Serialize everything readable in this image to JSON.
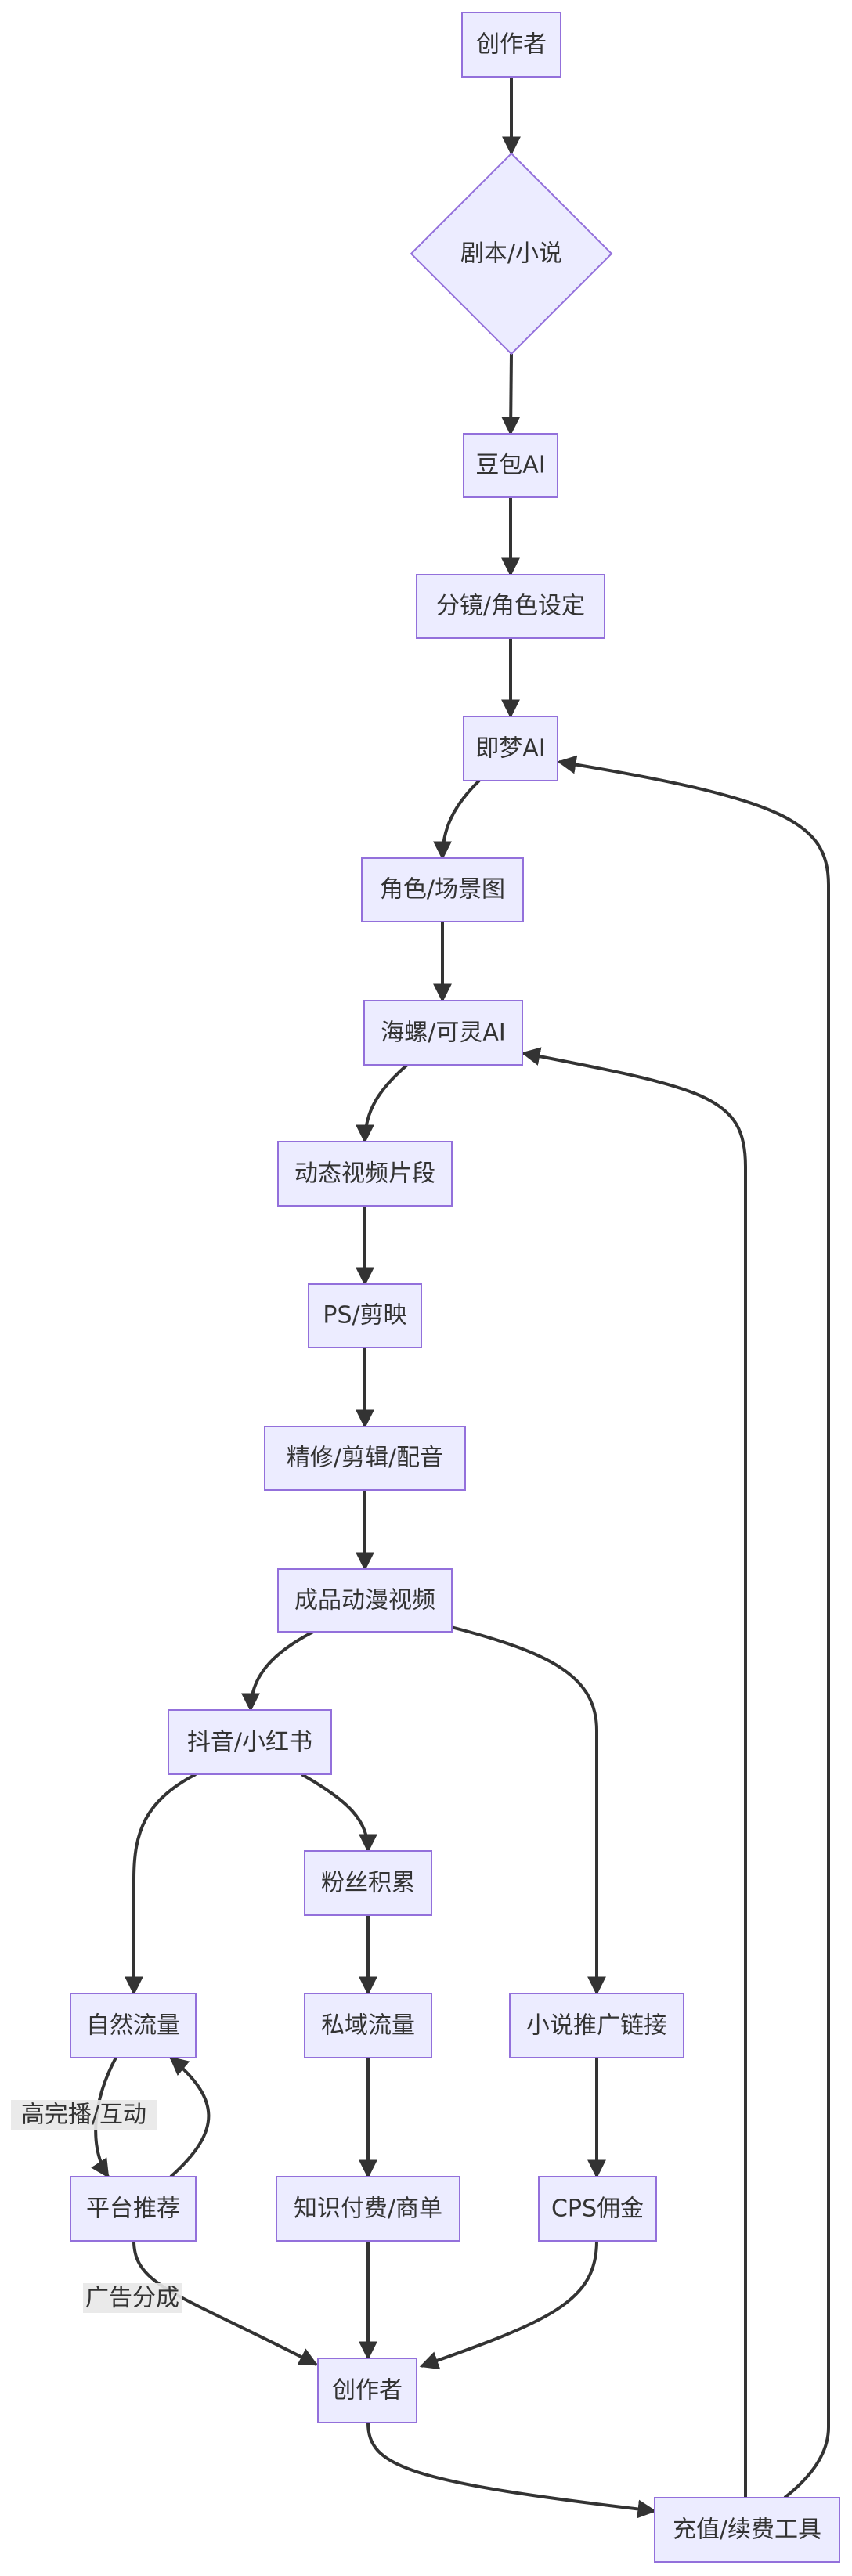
{
  "nodes": {
    "creator_top": "创作者",
    "script_novel": "剧本/小说",
    "doubao": "豆包AI",
    "storyboard": "分镜/角色设定",
    "jimeng": "即梦AI",
    "role_scene": "角色/场景图",
    "hailuo_kling": "海螺/可灵AI",
    "video_clips": "动态视频片段",
    "ps_jianying": "PS/剪映",
    "refine_edit": "精修/剪辑/配音",
    "final_video": "成品动漫视频",
    "douyin_xhs": "抖音/小红书",
    "fans": "粉丝积累",
    "natural_traffic": "自然流量",
    "private_traffic": "私域流量",
    "novel_link": "小说推广链接",
    "platform_rec": "平台推荐",
    "knowledge_pay": "知识付费/商单",
    "cps": "CPS佣金",
    "creator_bottom": "创作者",
    "recharge": "充值/续费工具"
  },
  "edge_labels": {
    "high_completion": "高完播/互动",
    "ad_share": "广告分成"
  }
}
